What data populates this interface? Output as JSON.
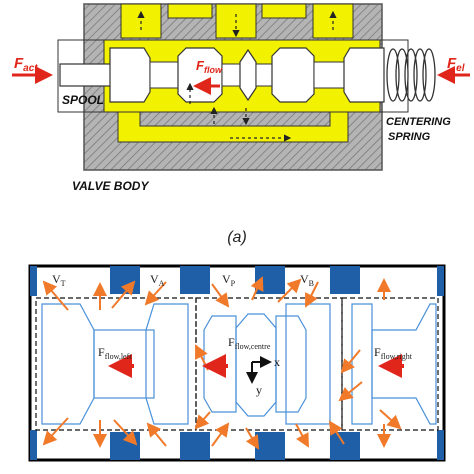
{
  "top_diagram": {
    "force_act_main": "F",
    "force_act_sub": "act",
    "force_flow_main": "F",
    "force_flow_sub": "flow",
    "force_el_main": "F",
    "force_el_sub": "el",
    "spool_label": "SPOOL",
    "centering_label_1": "CENTERING",
    "centering_label_2": "SPRING",
    "valve_body_label": "VALVE BODY"
  },
  "caption_a": "(a)",
  "bottom_diagram": {
    "v_t_main": "V",
    "v_t_sub": "T",
    "v_a_main": "V",
    "v_a_sub": "A",
    "v_p_main": "V",
    "v_p_sub": "P",
    "v_b_main": "V",
    "v_b_sub": "B",
    "f_left_main": "F",
    "f_left_sub": "flow,left",
    "f_centre_main": "F",
    "f_centre_sub": "flow,centre",
    "f_right_main": "F",
    "f_right_sub": "flow,right",
    "axis_x": "x",
    "axis_y": "y"
  },
  "colors": {
    "valve_yellow": "#f2f200",
    "body_grey": "#a8a8a8",
    "arrow_red": "#e0261b",
    "arrow_orange": "#f07a2a",
    "port_blue": "#1f5fa8",
    "spool_blue": "#4a90d9"
  }
}
